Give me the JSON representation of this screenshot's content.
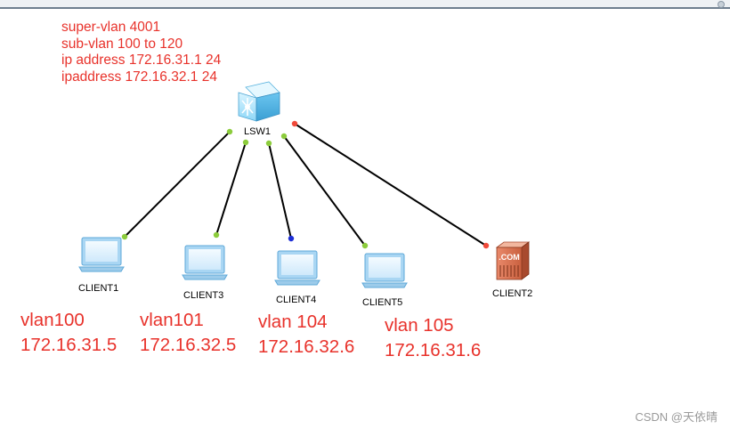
{
  "config_note": {
    "lines": [
      "super-vlan 4001",
      "sub-vlan 100 to 120",
      "ip address 172.16.31.1 24",
      "ipaddress 172.16.32.1 24"
    ]
  },
  "devices": {
    "switch": {
      "label": "LSW1",
      "icon": "l3-switch-icon"
    },
    "client1": {
      "label": "CLIENT1",
      "icon": "laptop-icon"
    },
    "client3": {
      "label": "CLIENT3",
      "icon": "laptop-icon"
    },
    "client4": {
      "label": "CLIENT4",
      "icon": "laptop-icon"
    },
    "client5": {
      "label": "CLIENT5",
      "icon": "laptop-icon"
    },
    "client2": {
      "label": "CLIENT2",
      "icon": "server-icon",
      "badge": ".COM"
    }
  },
  "vlan_labels": [
    {
      "vlan": "vlan100",
      "ip": "172.16.31.5"
    },
    {
      "vlan": "vlan101",
      "ip": "172.16.32.5"
    },
    {
      "vlan": "vlan 104",
      "ip": "172.16.32.6"
    },
    {
      "vlan": "vlan 105",
      "ip": "172.16.31.6"
    }
  ],
  "colors": {
    "annotation": "#e8322b",
    "link_up": "#8ccc3c",
    "link_down": "#f04a3a",
    "link_selected": "#1e2fd6",
    "link_line": "#000000"
  },
  "watermark": "CSDN @天依晴"
}
